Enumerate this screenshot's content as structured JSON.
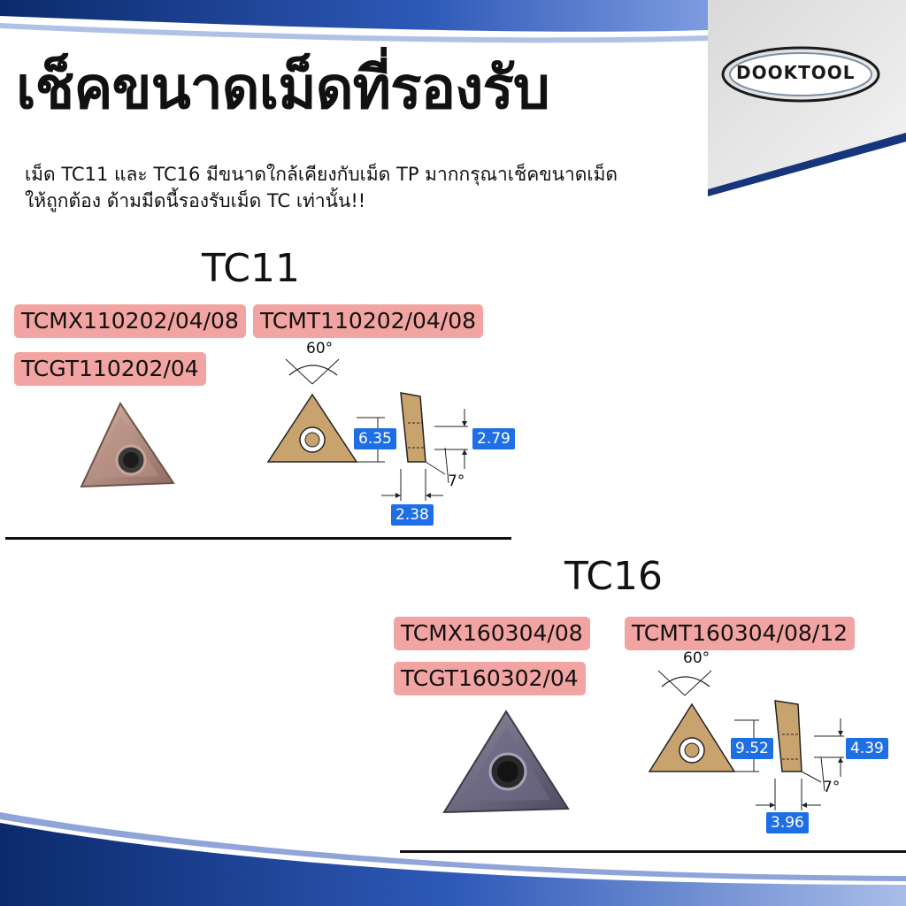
{
  "header": {
    "title": "เช็คขนาดเม็ดที่รองรับ",
    "description_line1": "เม็ด TC11 และ TC16 มีขนาดใกล้เคียงกับเม็ด TP มากกรุณาเช็คขนาดเม็ด",
    "description_line2": "ให้ถูกต้อง ด้ามมีดนี้รองรับเม็ด TC เท่านั้น!!",
    "logo_text": "DOOKTOOL"
  },
  "tc11": {
    "title": "TC11",
    "models": [
      "TCMX110202/04/08",
      "TCMT110202/04/08",
      "TCGT110202/04"
    ],
    "dimensions": {
      "angle": "60°",
      "height": "6.35",
      "thickness": "2.79",
      "relief": "7°",
      "hole": "2.38"
    }
  },
  "tc16": {
    "title": "TC16",
    "models": [
      "TCMX160304/08",
      "TCMT160304/08/12",
      "TCGT160302/04"
    ],
    "dimensions": {
      "angle": "60°",
      "height": "9.52",
      "thickness": "4.39",
      "relief": "7°",
      "hole": "3.96"
    }
  },
  "colors": {
    "tag_bg": "#f2a4a2",
    "dim_label_bg": "#1e6fe6",
    "band_blue": "#16357a",
    "insert_gold": "#c9a36e"
  },
  "icons": [
    "logo",
    "insert-photo",
    "insert-diagram"
  ]
}
